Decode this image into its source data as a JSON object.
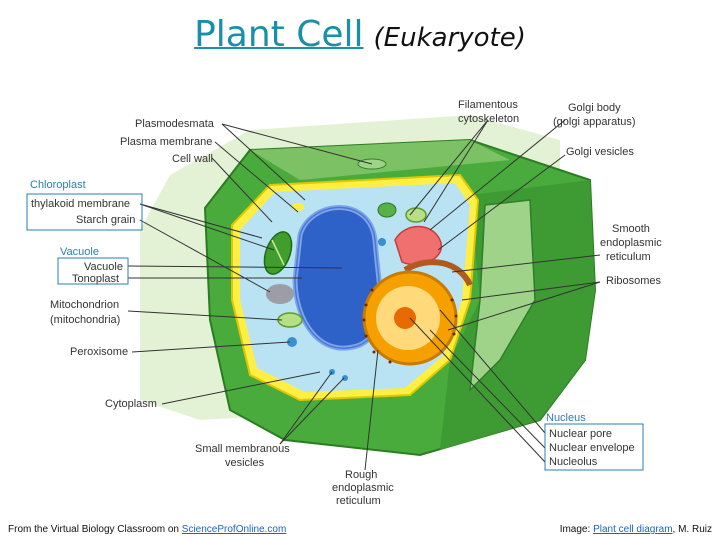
{
  "title": {
    "main": "Plant Cell",
    "sub": "(Eukaryote)"
  },
  "labels": {
    "plasmodesmata": "Plasmodesmata",
    "plasma_membrane": "Plasma membrane",
    "cell_wall": "Cell wall",
    "chloroplast": "Chloroplast",
    "thylakoid": "thylakoid membrane",
    "starch": "Starch grain",
    "vacuole": "Vacuole",
    "vacuole_sub": "Vacuole",
    "tonoplast": "Tonoplast",
    "mito1": "Mitochondrion",
    "mito2": "(mitochondria)",
    "peroxisome": "Peroxisome",
    "cytoplasm": "Cytoplasm",
    "small_vesicles1": "Small membranous",
    "small_vesicles2": "vesicles",
    "rough_er1": "Rough",
    "rough_er2": "endoplasmic",
    "rough_er3": "reticulum",
    "filamentous1": "Filamentous",
    "filamentous2": "cytoskeleton",
    "golgi1": "Golgi body",
    "golgi2": "(golgi apparatus)",
    "golgi_vesicles": "Golgi vesicles",
    "smooth_er1": "Smooth",
    "smooth_er2": "endoplasmic",
    "smooth_er3": "reticulum",
    "ribosomes": "Ribosomes",
    "nucleus": "Nucleus",
    "nuclear_pore": "Nuclear pore",
    "nuclear_envelope": "Nuclear envelope",
    "nucleolus": "Nucleolus"
  },
  "footer": {
    "left": "From the Virtual Biology Classroom on ",
    "left_link": "ScienceProfOnline.com",
    "right": "Image: ",
    "right_link": "Plant cell diagram",
    "right_tail": ", M. Ruiz"
  }
}
